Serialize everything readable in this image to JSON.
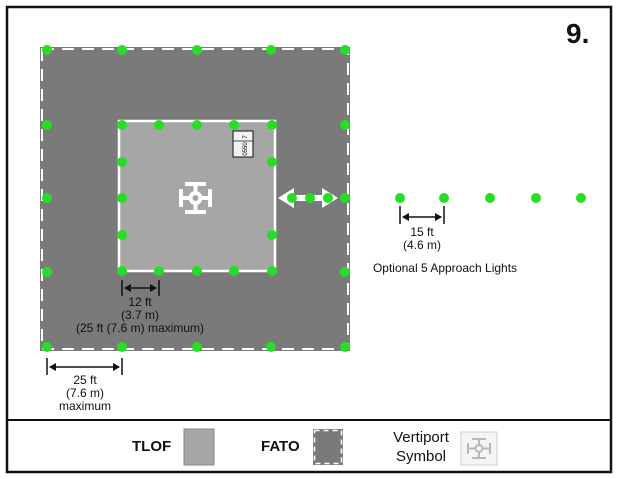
{
  "figure_number": "9.",
  "pad_marking": {
    "number_box_line1": "7",
    "number_box_line2": "0550"
  },
  "dimensions": {
    "light_spacing_line1": "12 ft",
    "light_spacing_line2": "(3.7 m)",
    "light_spacing_line3": "(25 ft (7.6 m) maximum)",
    "fato_spacing_line1": "25 ft",
    "fato_spacing_line2": "(7.6 m)",
    "fato_spacing_line3": "maximum",
    "approach_spacing_line1": "15 ft",
    "approach_spacing_line2": "(4.6 m)",
    "approach_caption": "Optional 5 Approach Lights"
  },
  "legend": {
    "tlof_label": "TLOF",
    "fato_label": "FATO",
    "vertiport_label_line1": "Vertiport",
    "vertiport_label_line2": "Symbol"
  },
  "colors": {
    "fato": "#7a7a7a",
    "tlof": "#a6a6a6",
    "light": "#22e022",
    "border": "#111111"
  },
  "icons": [
    "vertiport-symbol-icon",
    "arrow-icon"
  ]
}
